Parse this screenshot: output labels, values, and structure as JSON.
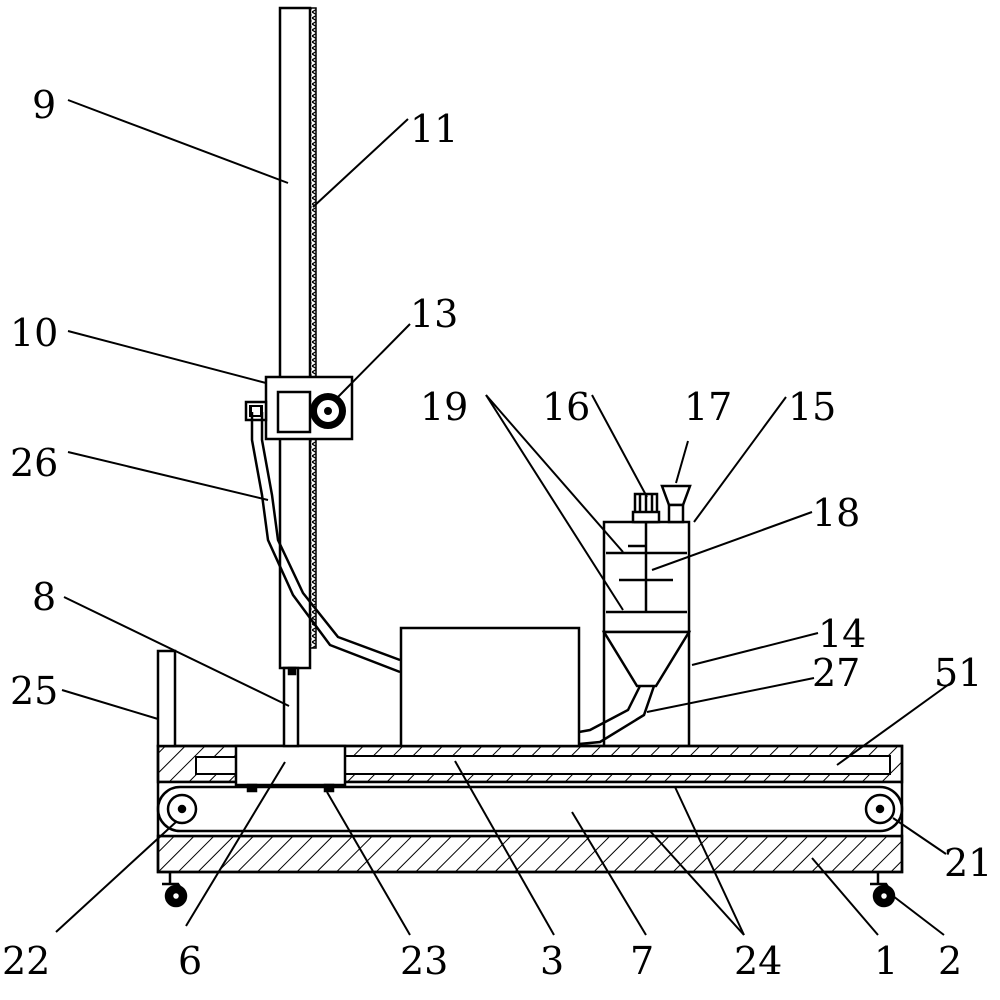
{
  "labels": {
    "l9": "9",
    "l11": "11",
    "l10": "10",
    "l13": "13",
    "l26": "26",
    "l8": "8",
    "l25": "25",
    "l19": "19",
    "l16": "16",
    "l17": "17",
    "l15": "15",
    "l18": "18",
    "l14": "14",
    "l27": "27",
    "l51": "51",
    "l21": "21",
    "l22": "22",
    "l6": "6",
    "l23": "23",
    "l3": "3",
    "l7": "7",
    "l24": "24",
    "l1": "1",
    "l2": "2"
  },
  "colors": {
    "line": "#000000",
    "background": "#ffffff"
  }
}
